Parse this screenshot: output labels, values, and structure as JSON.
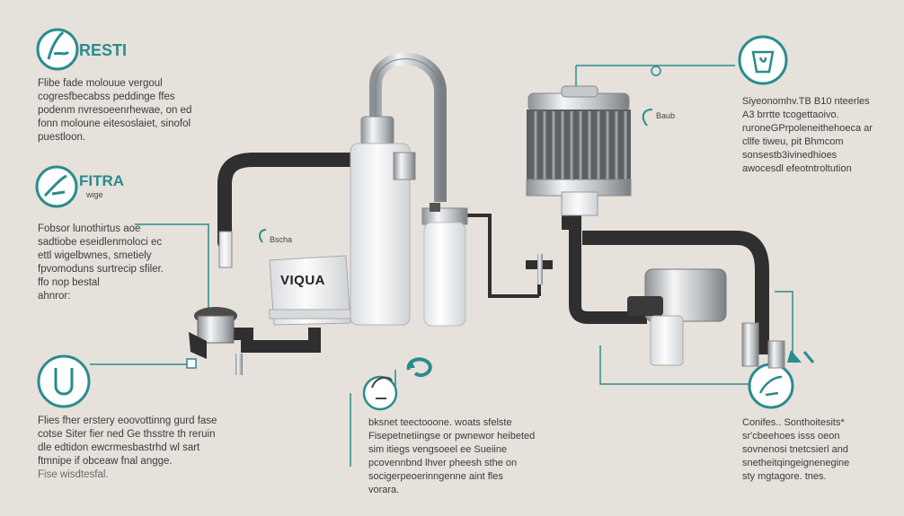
{
  "headings": {
    "top_left": "RESTI",
    "mid_left": "FITRA",
    "mid_left_sub": "wige"
  },
  "brand_label": "VIQUA",
  "small_tags": {
    "near_unit": "Bscha",
    "near_filter": "Baub"
  },
  "text_blocks": {
    "top_left": [
      "Flibe fade molouue vergoul",
      "cogresfbecabss peddinge ffes",
      "podenm nvresoeenrhewae, on ed",
      "fonn moloune eitesoslaiet, sinofol",
      "puestloon."
    ],
    "mid_left": [
      "Fobsor lunothirtus aoe",
      "sadtiobe eseidlenmoloci ec",
      "ettl wigelbwnes, smetiely",
      "fpvomoduns surtrecip sfiler.",
      "ffo nop bestal",
      "ahnror:"
    ],
    "bottom_left": [
      "Flies fher erstery eoovottinng gurd fase",
      "cotse Siter fier ned Ge thsstre th reruin",
      "dle edtidon ewcrmesbastrhd wl sart",
      "ftmnipe if obceaw fnal angge.",
      "Fise wisdtesfal."
    ],
    "top_right": [
      "Siyeonomhv.TB B10 nteerles",
      "A3 brrtte tcogettaoivo.",
      "ruroneGPrpoleneithehoeca ar",
      "cllfe tiweu, pit Bhmcom",
      "sonsestb3ivinedhioes",
      "awocesdl efeotntroltution"
    ],
    "bottom_center": [
      "bksnet teectooone. woats sfelste",
      "Fisepetnetiingse or pwnewor heibeted",
      "sim itiegs vengsoeel ee Sueiine",
      "pcovennbnd lhver pheesh sthe on",
      "socigerpeoerinngenne aint fles",
      "vorara."
    ],
    "bottom_right": [
      "Conifes.. Sonthoitesits*",
      "sr'cbeehoes isss oeon",
      "sovnenosi tnetcsierl and",
      "snetheitqingeignenegine",
      "sty mgtagore. tnes."
    ]
  },
  "colors": {
    "accent": "#2a8c8c",
    "background": "#e6e1db",
    "pipe": "#3a3a3a",
    "steel": "#9a9ea2"
  }
}
